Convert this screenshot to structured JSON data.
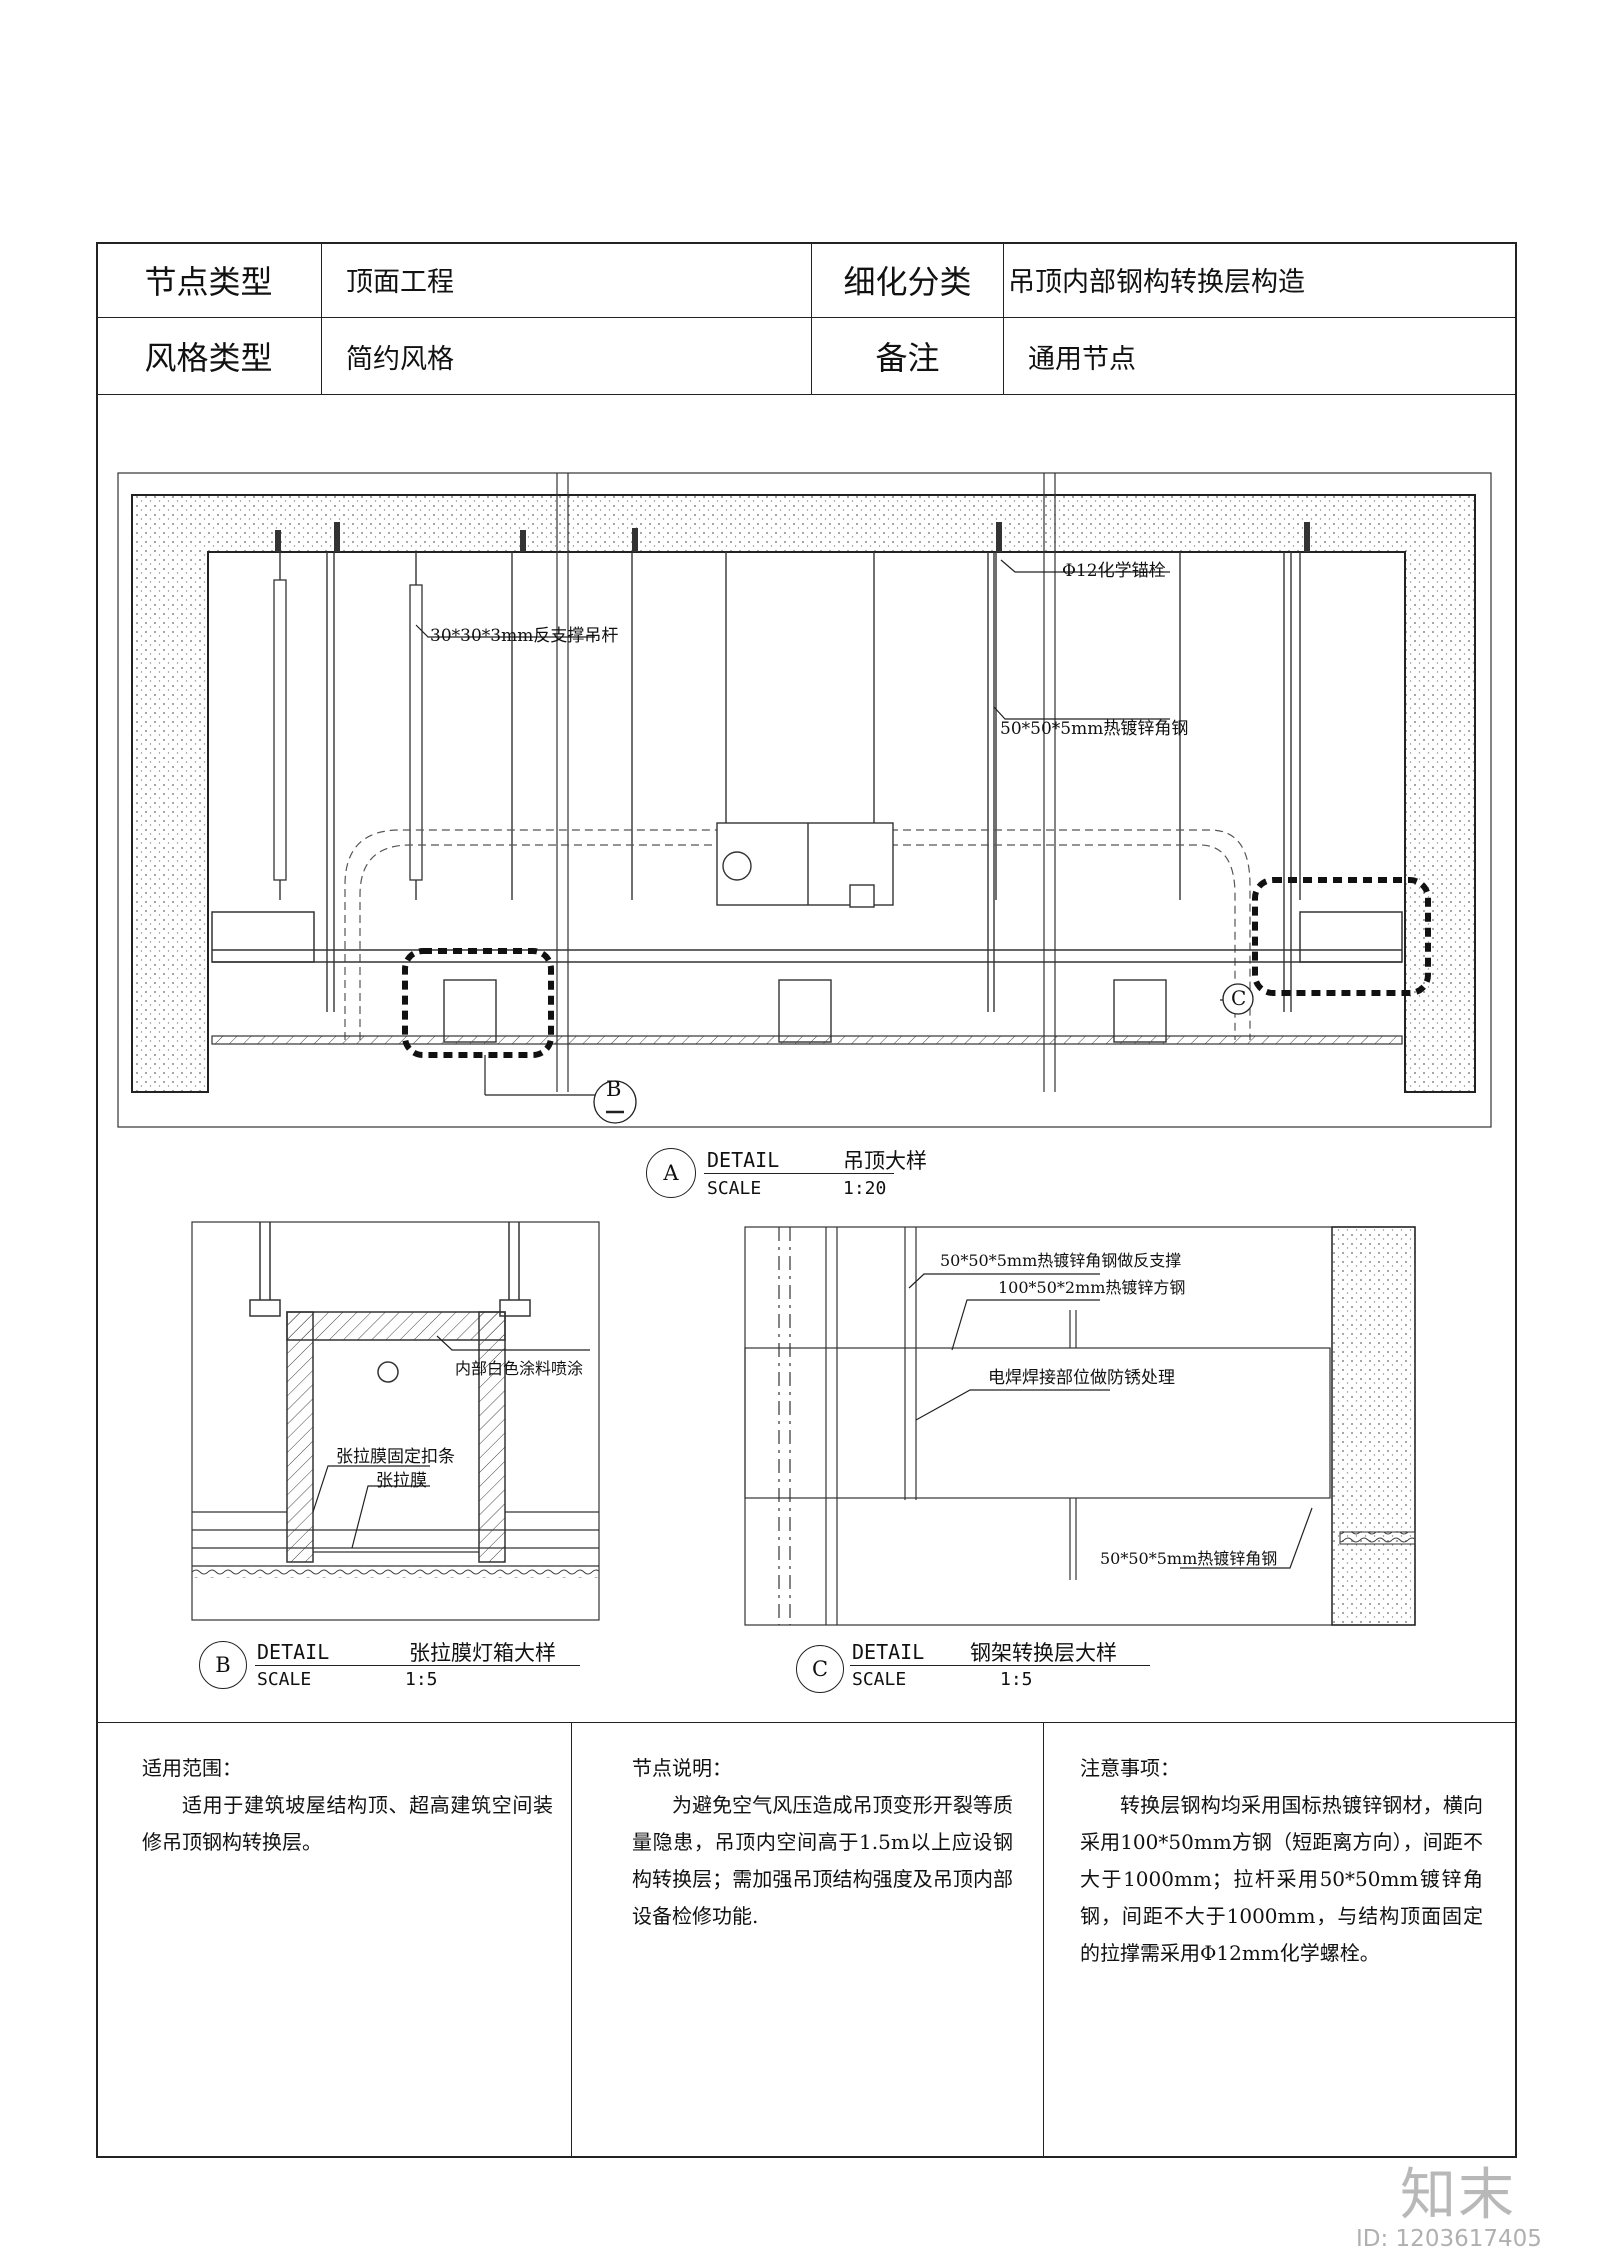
{
  "header": {
    "node_type_label": "节点类型",
    "node_type_value": "顶面工程",
    "detail_class_label": "细化分类",
    "detail_class_value": "吊顶内部钢构转换层构造",
    "style_type_label": "风格类型",
    "style_type_value": "简约风格",
    "remark_label": "备注",
    "remark_value": "通用节点"
  },
  "drawing_a": {
    "callouts": {
      "anchor_bolt": "Φ12化学锚栓",
      "back_brace_rod": "30*30*3mm反支撑吊杆",
      "angle_steel": "50*50*5mm热镀锌角钢"
    },
    "marker_b": "B",
    "marker_c": "C",
    "title_marker": "A",
    "detail_word": "DETAIL",
    "scale_word": "SCALE",
    "title": "吊顶大样",
    "scale": "1:20"
  },
  "drawing_b": {
    "callouts": {
      "paint": "内部白色涂料喷涂",
      "clip_strip": "张拉膜固定扣条",
      "membrane": "张拉膜"
    },
    "title_marker": "B",
    "detail_word": "DETAIL",
    "scale_word": "SCALE",
    "title": "张拉膜灯箱大样",
    "scale": "1:5"
  },
  "drawing_c": {
    "callouts": {
      "angle_brace": "50*50*5mm热镀锌角钢做反支撑",
      "square_steel": "100*50*2mm热镀锌方钢",
      "weld": "电焊焊接部位做防锈处理",
      "angle_steel": "50*50*5mm热镀锌角钢"
    },
    "title_marker": "C",
    "detail_word": "DETAIL",
    "scale_word": "SCALE",
    "title": "钢架转换层大样",
    "scale": "1:5"
  },
  "notes": {
    "scope_title": "适用范围：",
    "scope_body": "适用于建筑坡屋结构顶、超高建筑空间装修吊顶钢构转换层。",
    "desc_title": "节点说明：",
    "desc_body": "为避免空气风压造成吊顶变形开裂等质量隐患，吊顶内空间高于1.5m以上应设钢构转换层；需加强吊顶结构强度及吊顶内部设备检修功能.",
    "caution_title": "注意事项：",
    "caution_body": "转换层钢构均采用国标热镀锌钢材，横向采用100*50mm方钢（短距离方向），间距不大于1000mm；拉杆采用50*50mm镀锌角钢，间距不大于1000mm，与结构顶面固定的拉撑需采用Φ12mm化学螺栓。"
  },
  "branding": {
    "logo_text": "知末",
    "id_text": "ID: 1203617405"
  }
}
